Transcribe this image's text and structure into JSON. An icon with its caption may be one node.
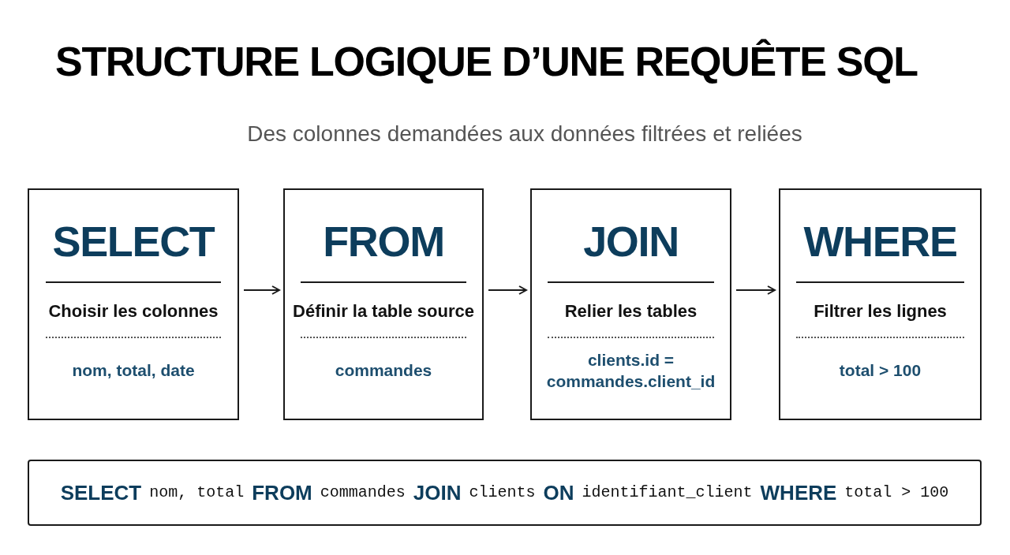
{
  "diagram": {
    "title": "STRUCTURE LOGIQUE D’UNE REQUÊTE SQL",
    "caption": "Des colonnes demandées aux données filtrées et reliées",
    "nodes": [
      {
        "text": [
          "SELECT",
          "Choisir les colonnes",
          "nom, total, date"
        ]
      },
      {
        "text": [
          "FROM",
          "Définir la table source",
          "commandes"
        ]
      },
      {
        "text": [
          "JOIN",
          "Relier les tables",
          "clients.id = commandes.client_id"
        ]
      },
      {
        "text": [
          "WHERE",
          "Filtrer les lignes",
          "total > 100"
        ]
      },
      {
        "text": [
          "SELECT",
          "nom, total",
          "FROM",
          "commandes",
          "JOIN",
          "clients",
          "ON",
          "identifiant_client",
          "WHERE",
          "total > 100"
        ]
      }
    ],
    "edges": [
      {
        "from": 0,
        "to": 1,
        "arrow": "to"
      },
      {
        "from": 1,
        "to": 2,
        "arrow": "to"
      },
      {
        "from": 2,
        "to": 3,
        "arrow": "to"
      }
    ]
  }
}
